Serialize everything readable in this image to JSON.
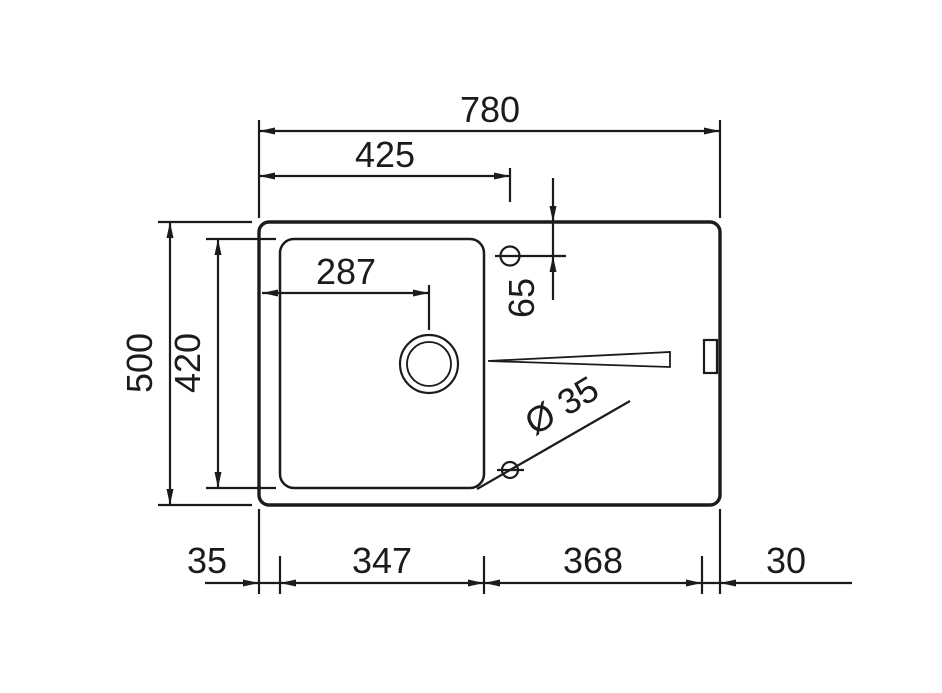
{
  "drawing": {
    "kind": "sink-top-view-dimension-drawing",
    "line_color": "#1b1b1b",
    "background": "#ffffff",
    "labels": {
      "overall_width": "780",
      "tap_center_from_left": "425",
      "drain_center_from_left": "287",
      "overall_depth": "500",
      "bowl_depth": "420",
      "tap_center_from_top": "65",
      "hole_diameter": "Ø 35",
      "left_rim_width": "35",
      "bowl_width": "347",
      "drainer_width": "368",
      "right_rim_width": "30"
    }
  }
}
